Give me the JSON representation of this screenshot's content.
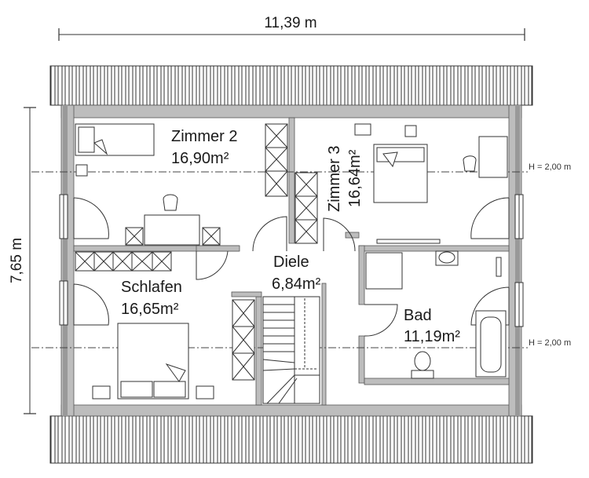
{
  "dimensions": {
    "width_label": "11,39 m",
    "height_label": "7,65 m"
  },
  "rooms": [
    {
      "name": "Zimmer 2",
      "area": "16,90m²"
    },
    {
      "name": "Zimmer 3",
      "area": "16,64m²"
    },
    {
      "name": "Diele",
      "area": "6,84m²"
    },
    {
      "name": "Schlafen",
      "area": "16,65m²"
    },
    {
      "name": "Bad",
      "area": "11,19m²"
    }
  ],
  "height_lines": [
    "H = 2,00 m",
    "H = 2,00 m"
  ],
  "colors": {
    "wall": "#bdbdbd",
    "line": "#333333"
  }
}
